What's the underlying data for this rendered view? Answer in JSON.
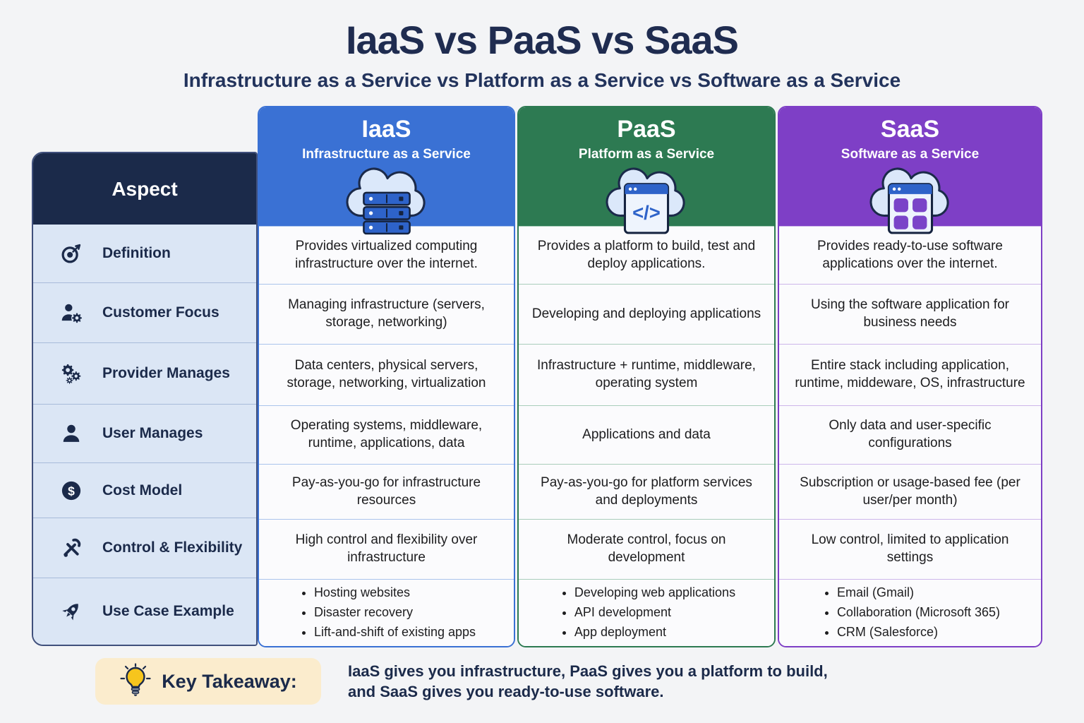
{
  "page": {
    "title": "IaaS vs PaaS vs SaaS",
    "subtitle": "Infrastructure as a Service vs Platform as a Service vs Software as a Service"
  },
  "table": {
    "aspect_header": "Aspect",
    "aspects": [
      {
        "label": "Definition",
        "icon": "target-icon"
      },
      {
        "label": "Customer Focus",
        "icon": "customer-gear-icon"
      },
      {
        "label": "Provider Manages",
        "icon": "gears-icon"
      },
      {
        "label": "User Manages",
        "icon": "user-icon"
      },
      {
        "label": "Cost Model",
        "icon": "dollar-icon"
      },
      {
        "label": "Control & Flexibility",
        "icon": "tools-icon"
      },
      {
        "label": "Use Case Example",
        "icon": "rocket-icon"
      }
    ],
    "columns": [
      {
        "key": "iaas",
        "title": "IaaS",
        "subtitle": "Infrastructure as a Service",
        "accent": "#3a71d4",
        "divider": "#aac4ec",
        "icon": "cloud-servers-icon",
        "cells": [
          "Provides virtualized computing infrastructure over the internet.",
          "Managing infrastructure (servers, storage, networking)",
          "Data centers, physical servers, storage, networking, virtualization",
          "Operating systems, middleware, runtime, applications, data",
          "Pay-as-you-go for infrastructure resources",
          "High control and flexibility over infrastructure",
          [
            "Hosting websites",
            "Disaster recovery",
            "Lift-and-shift of existing apps"
          ]
        ]
      },
      {
        "key": "paas",
        "title": "PaaS",
        "subtitle": "Platform as a Service",
        "accent": "#2d7a52",
        "divider": "#a9cdbb",
        "icon": "cloud-code-icon",
        "cells": [
          "Provides a platform to build, test and deploy applications.",
          "Developing and deploying applications",
          "Infrastructure + runtime, middleware, operating system",
          "Applications and data",
          "Pay-as-you-go for platform services and deployments",
          "Moderate control, focus on development",
          [
            "Developing web applications",
            "API development",
            "App deployment"
          ]
        ]
      },
      {
        "key": "saas",
        "title": "SaaS",
        "subtitle": "Software as a Service",
        "accent": "#7e3fc6",
        "divider": "#cdb6ea",
        "icon": "cloud-app-icon",
        "cells": [
          "Provides ready-to-use software applications over the internet.",
          "Using the software application for business needs",
          "Entire stack including application, runtime, middeware, OS, infrastructure",
          "Only data and user-specific configurations",
          "Subscription or usage-based fee (per user/per month)",
          "Low control, limited to application settings",
          [
            "Email (Gmail)",
            "Collaboration (Microsoft 365)",
            "CRM (Salesforce)"
          ]
        ]
      }
    ]
  },
  "takeaway": {
    "icon": "lightbulb-icon",
    "label": "Key Takeaway:",
    "lines": [
      "IaaS gives you infrastructure, PaaS gives you a platform to build,",
      "and SaaS gives you ready-to-use software."
    ],
    "box_bg": "#fbeccd",
    "bulb_color": "#f6c51d"
  }
}
